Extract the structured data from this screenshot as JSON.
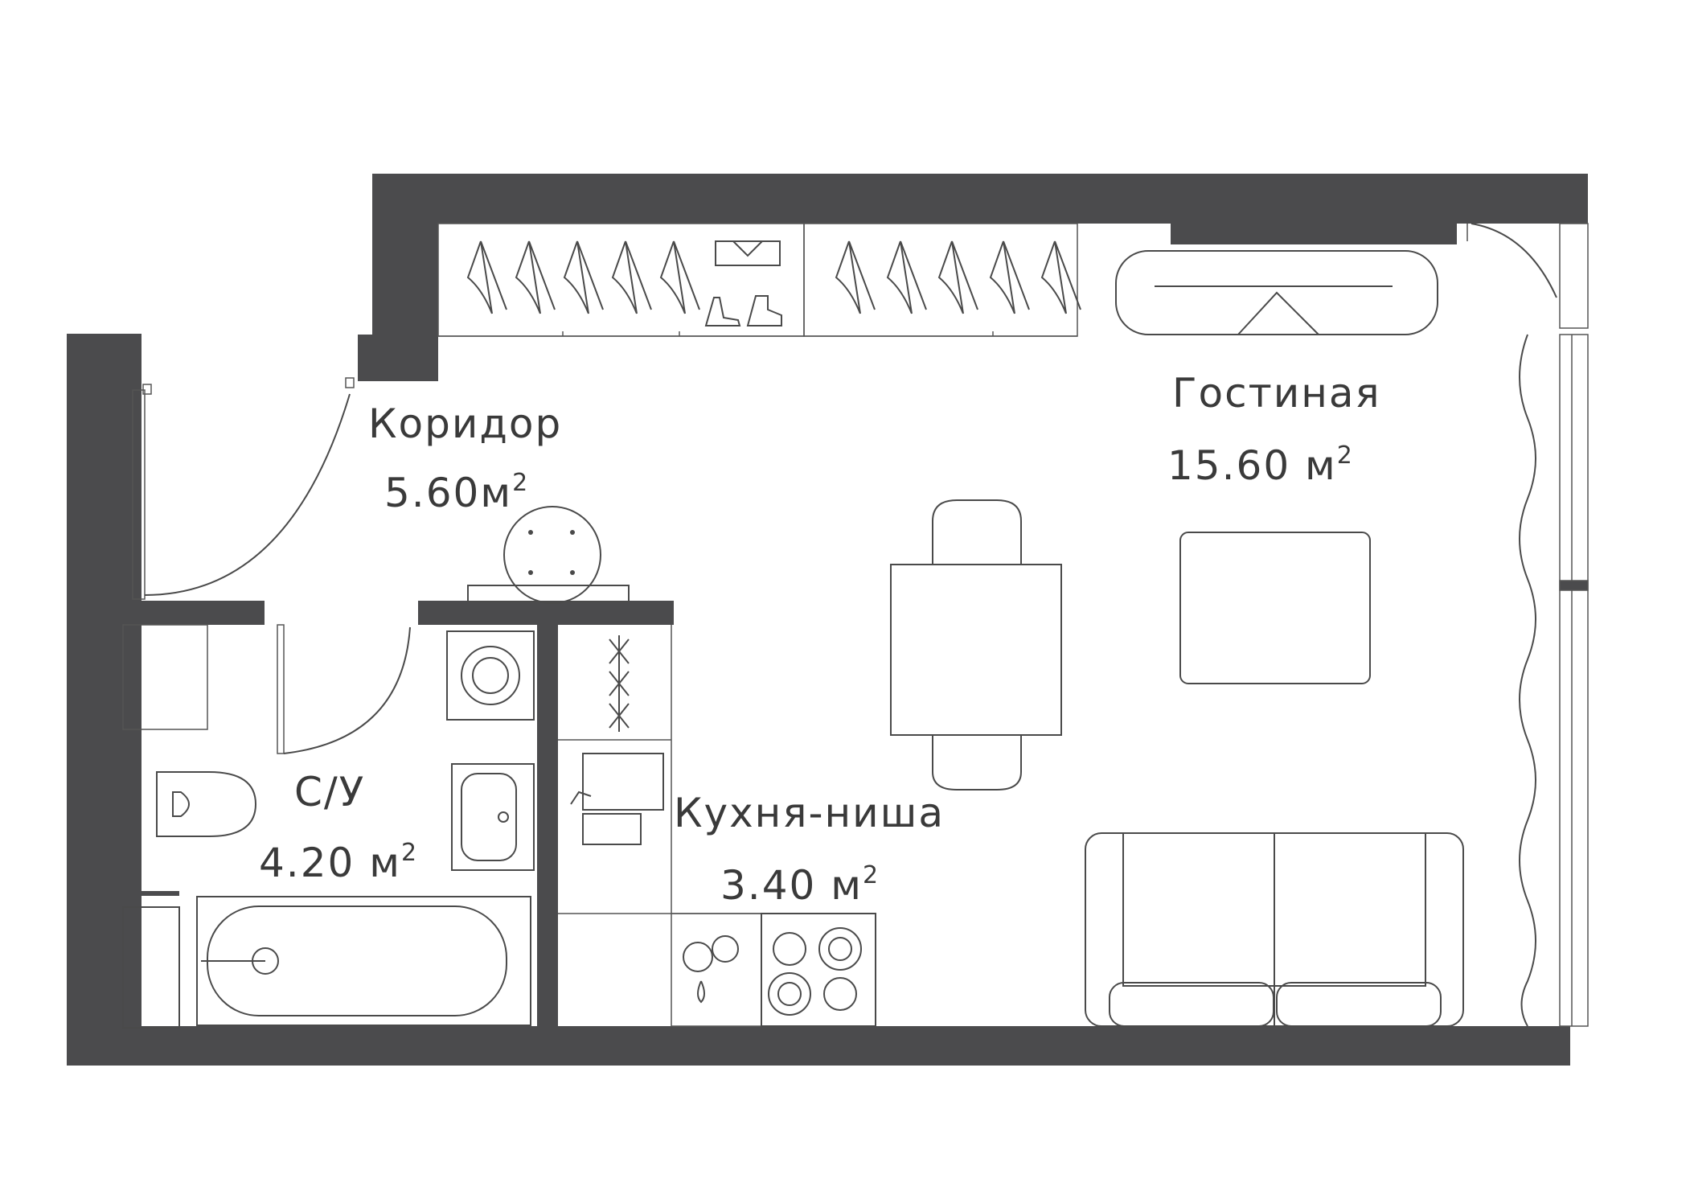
{
  "colors": {
    "wall": "#4b4b4d",
    "line": "#4a4a4a",
    "text": "#3a3a3a",
    "background": "#ffffff"
  },
  "rooms": {
    "corridor": {
      "name": "Коридор",
      "area": "5.60м",
      "unit_sup": "2"
    },
    "bathroom": {
      "name": "С/У",
      "area": "4.20 м",
      "unit_sup": "2"
    },
    "kitchen": {
      "name": "Кухня-ниша",
      "area": "3.40 м",
      "unit_sup": "2"
    },
    "living": {
      "name": "Гостиная",
      "area": "15.60 м",
      "unit_sup": "2"
    }
  },
  "icons": [
    "hanger-icon",
    "boots-icon",
    "shirt-icon",
    "tv-stand-icon",
    "table-icon",
    "chair-icon",
    "sofa-icon",
    "washing-machine-icon",
    "sink-icon",
    "toilet-icon",
    "bathtub-icon",
    "stove-icon",
    "dishwasher-icon",
    "door-icon",
    "window-icon",
    "curtain-icon"
  ]
}
